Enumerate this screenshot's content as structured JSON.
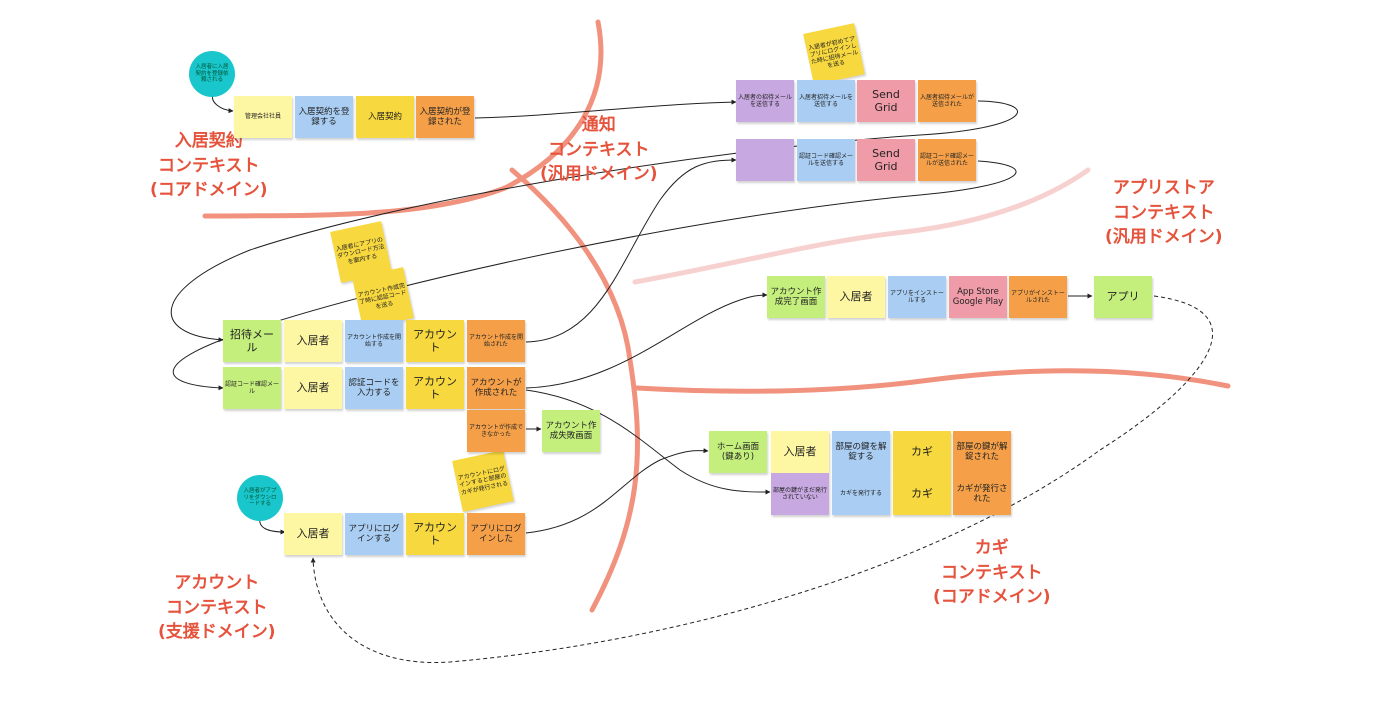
{
  "colors": {
    "yellow_light": "#fdf6a3",
    "blue": "#a9cdf3",
    "yellow": "#f7d83e",
    "orange": "#f5a048",
    "purple": "#c7a8e0",
    "pink": "#ef9ba8",
    "green": "#c5ef7d",
    "cyan": "#19c6cc",
    "context_label": "#e5533c",
    "boundary": "#f1927e"
  },
  "contexts": [
    {
      "label": "入居契約\nコンテキスト\n(コアドメイン)"
    },
    {
      "label": "通知\nコンテキスト\n(汎用ドメイン)"
    },
    {
      "label": "アプリストア\nコンテキスト\n(汎用ドメイン)"
    },
    {
      "label": "アカウント\nコンテキスト\n(支援ドメイン)"
    },
    {
      "label": "カギ\nコンテキスト\n(コアドメイン)"
    }
  ],
  "circles": [
    {
      "text": "入居者に入居契約を登録依頼される"
    },
    {
      "text": "入居者がアプリをダウンロードする"
    }
  ],
  "notes": [
    {
      "text": "入居者が初めてアプリにログインした時に招待メールを送る"
    },
    {
      "text": "入居者にアプリのダウンロード方法を案内する"
    },
    {
      "text": "アカウント作成完了時に認証コードを送る"
    },
    {
      "text": "アカウントにログインすると部屋のカギが発行される"
    }
  ],
  "stickies": [
    {
      "text": "管理会社社員"
    },
    {
      "text": "入居契約を登録する"
    },
    {
      "text": "入居契約"
    },
    {
      "text": "入居契約が登録された"
    },
    {
      "text": "入居者の招待メールを送信する"
    },
    {
      "text": "入居者招待メールを送信する"
    },
    {
      "text": "Send Grid"
    },
    {
      "text": "入居者招待メールが送信された"
    },
    {
      "text": ""
    },
    {
      "text": "認証コード確認メールを送信する"
    },
    {
      "text": "Send Grid"
    },
    {
      "text": "認証コード確認メールが送信された"
    },
    {
      "text": "招待メール"
    },
    {
      "text": "入居者"
    },
    {
      "text": "アカウント作成を開始する"
    },
    {
      "text": "アカウント"
    },
    {
      "text": "アカウント作成を開始された"
    },
    {
      "text": "認証コード確認メール"
    },
    {
      "text": "入居者"
    },
    {
      "text": "認証コードを入力する"
    },
    {
      "text": "アカウント"
    },
    {
      "text": "アカウントが作成された"
    },
    {
      "text": "アカウントが作成できなかった"
    },
    {
      "text": "アカウント作成失敗画面"
    },
    {
      "text": "入居者"
    },
    {
      "text": "アプリにログインする"
    },
    {
      "text": "アカウント"
    },
    {
      "text": "アプリにログインした"
    },
    {
      "text": "アカウント作成完了画面"
    },
    {
      "text": "入居者"
    },
    {
      "text": "アプリをインストールする"
    },
    {
      "text": "App Store\nGoogle Play"
    },
    {
      "text": "アプリがインストールされた"
    },
    {
      "text": "アプリ"
    },
    {
      "text": "ホーム画面\n(鍵あり)"
    },
    {
      "text": "入居者"
    },
    {
      "text": "部屋の鍵を解錠する"
    },
    {
      "text": "カギ"
    },
    {
      "text": "部屋の鍵が解錠された"
    },
    {
      "text": "部屋の鍵がまだ発行されていない"
    },
    {
      "text": "カギを発行する"
    },
    {
      "text": "カギ"
    },
    {
      "text": "カギが発行された"
    }
  ]
}
